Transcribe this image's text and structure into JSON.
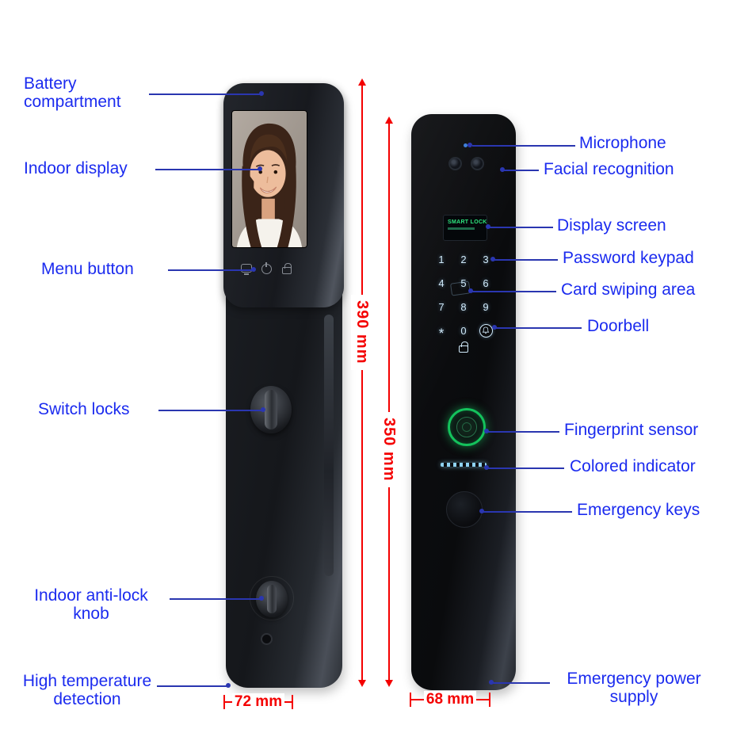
{
  "labels_left": [
    {
      "text": "Battery\ncompartment"
    },
    {
      "text": "Indoor display"
    },
    {
      "text": "Menu button"
    },
    {
      "text": "Switch locks"
    },
    {
      "text": "Indoor anti-lock\nknob"
    },
    {
      "text": "High temperature\ndetection"
    }
  ],
  "labels_right": [
    {
      "text": "Microphone"
    },
    {
      "text": "Facial recognition"
    },
    {
      "text": "Display screen"
    },
    {
      "text": "Password keypad"
    },
    {
      "text": "Card swiping area"
    },
    {
      "text": "Doorbell"
    },
    {
      "text": "Fingerprint sensor"
    },
    {
      "text": "Colored indicator"
    },
    {
      "text": "Emergency keys"
    },
    {
      "text": "Emergency power\nsupply"
    }
  ],
  "dimensions": {
    "indoor_height": "390 mm",
    "outdoor_height": "350 mm",
    "indoor_width": "72 mm",
    "outdoor_width": "68 mm"
  },
  "outdoor_screen": {
    "line1": "SMART LOCK"
  },
  "keypad": {
    "rows": [
      [
        "1",
        "2",
        "3"
      ],
      [
        "4",
        "5",
        "6"
      ],
      [
        "7",
        "8",
        "9"
      ]
    ],
    "bottom_row": [
      "*",
      "0"
    ]
  },
  "icons": {
    "indoor_buttons": [
      "display-icon",
      "power-icon",
      "lock-icon"
    ],
    "keypad_extras": [
      "doorbell-icon",
      "lock-icon"
    ],
    "outdoor_top": [
      "microphone-dot",
      "camera-lens-left",
      "camera-lens-right"
    ]
  },
  "colors": {
    "label-blue": "#1b2bef",
    "dimension-red": "#f40000",
    "leader-line": "#2a36b0",
    "keypad-digit": "#cfe8f8",
    "screen-green": "#2ee57e",
    "fingerprint-green": "#14c25c",
    "indicator-blue": "#8ed2f2"
  }
}
